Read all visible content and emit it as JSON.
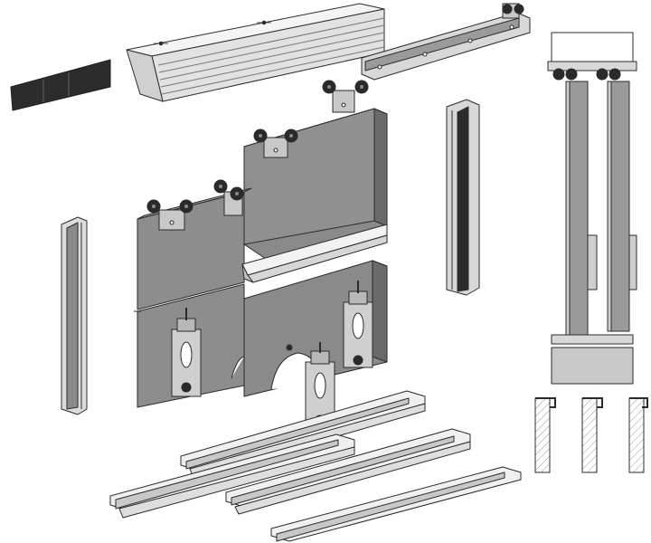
{
  "diagram": {
    "background": "#ffffff",
    "colors": {
      "outline": "#2b2b2b",
      "door_panel": "#8d8d8d",
      "door_panel_dark": "#6f6f6f",
      "door_side": "#5e5e5e",
      "aluminium_light": "#e9e9e9",
      "aluminium_mid": "#c9c9c9",
      "aluminium_dark": "#9a9a9a",
      "steel_plate": "#b8b8b8",
      "wheel": "#2a2a2a",
      "felt_strip": "#2c2c2c",
      "floor_block": "#c8c8c8",
      "hatch": "#9a9a9a"
    },
    "components": [
      {
        "id": "top-track",
        "icon": "top-track-icon"
      },
      {
        "id": "guide-rail",
        "icon": "guide-rail-icon"
      },
      {
        "id": "felt-strips",
        "icon": "felt-strips-icon"
      },
      {
        "id": "door-panel-left",
        "icon": "door-panel-icon"
      },
      {
        "id": "door-panel-right",
        "icon": "door-panel-icon"
      },
      {
        "id": "roller-carriage",
        "icon": "roller-icon"
      },
      {
        "id": "bottom-guide",
        "icon": "bottom-guide-icon"
      },
      {
        "id": "end-profile-left",
        "icon": "end-profile-icon"
      },
      {
        "id": "end-profile-right",
        "icon": "end-profile-icon"
      },
      {
        "id": "joint-profile",
        "icon": "joint-profile-icon"
      },
      {
        "id": "floor-tracks",
        "icon": "floor-track-icon"
      },
      {
        "id": "section-view",
        "icon": "cross-section-icon"
      },
      {
        "id": "profile-sections",
        "icon": "profile-section-icon"
      }
    ]
  }
}
